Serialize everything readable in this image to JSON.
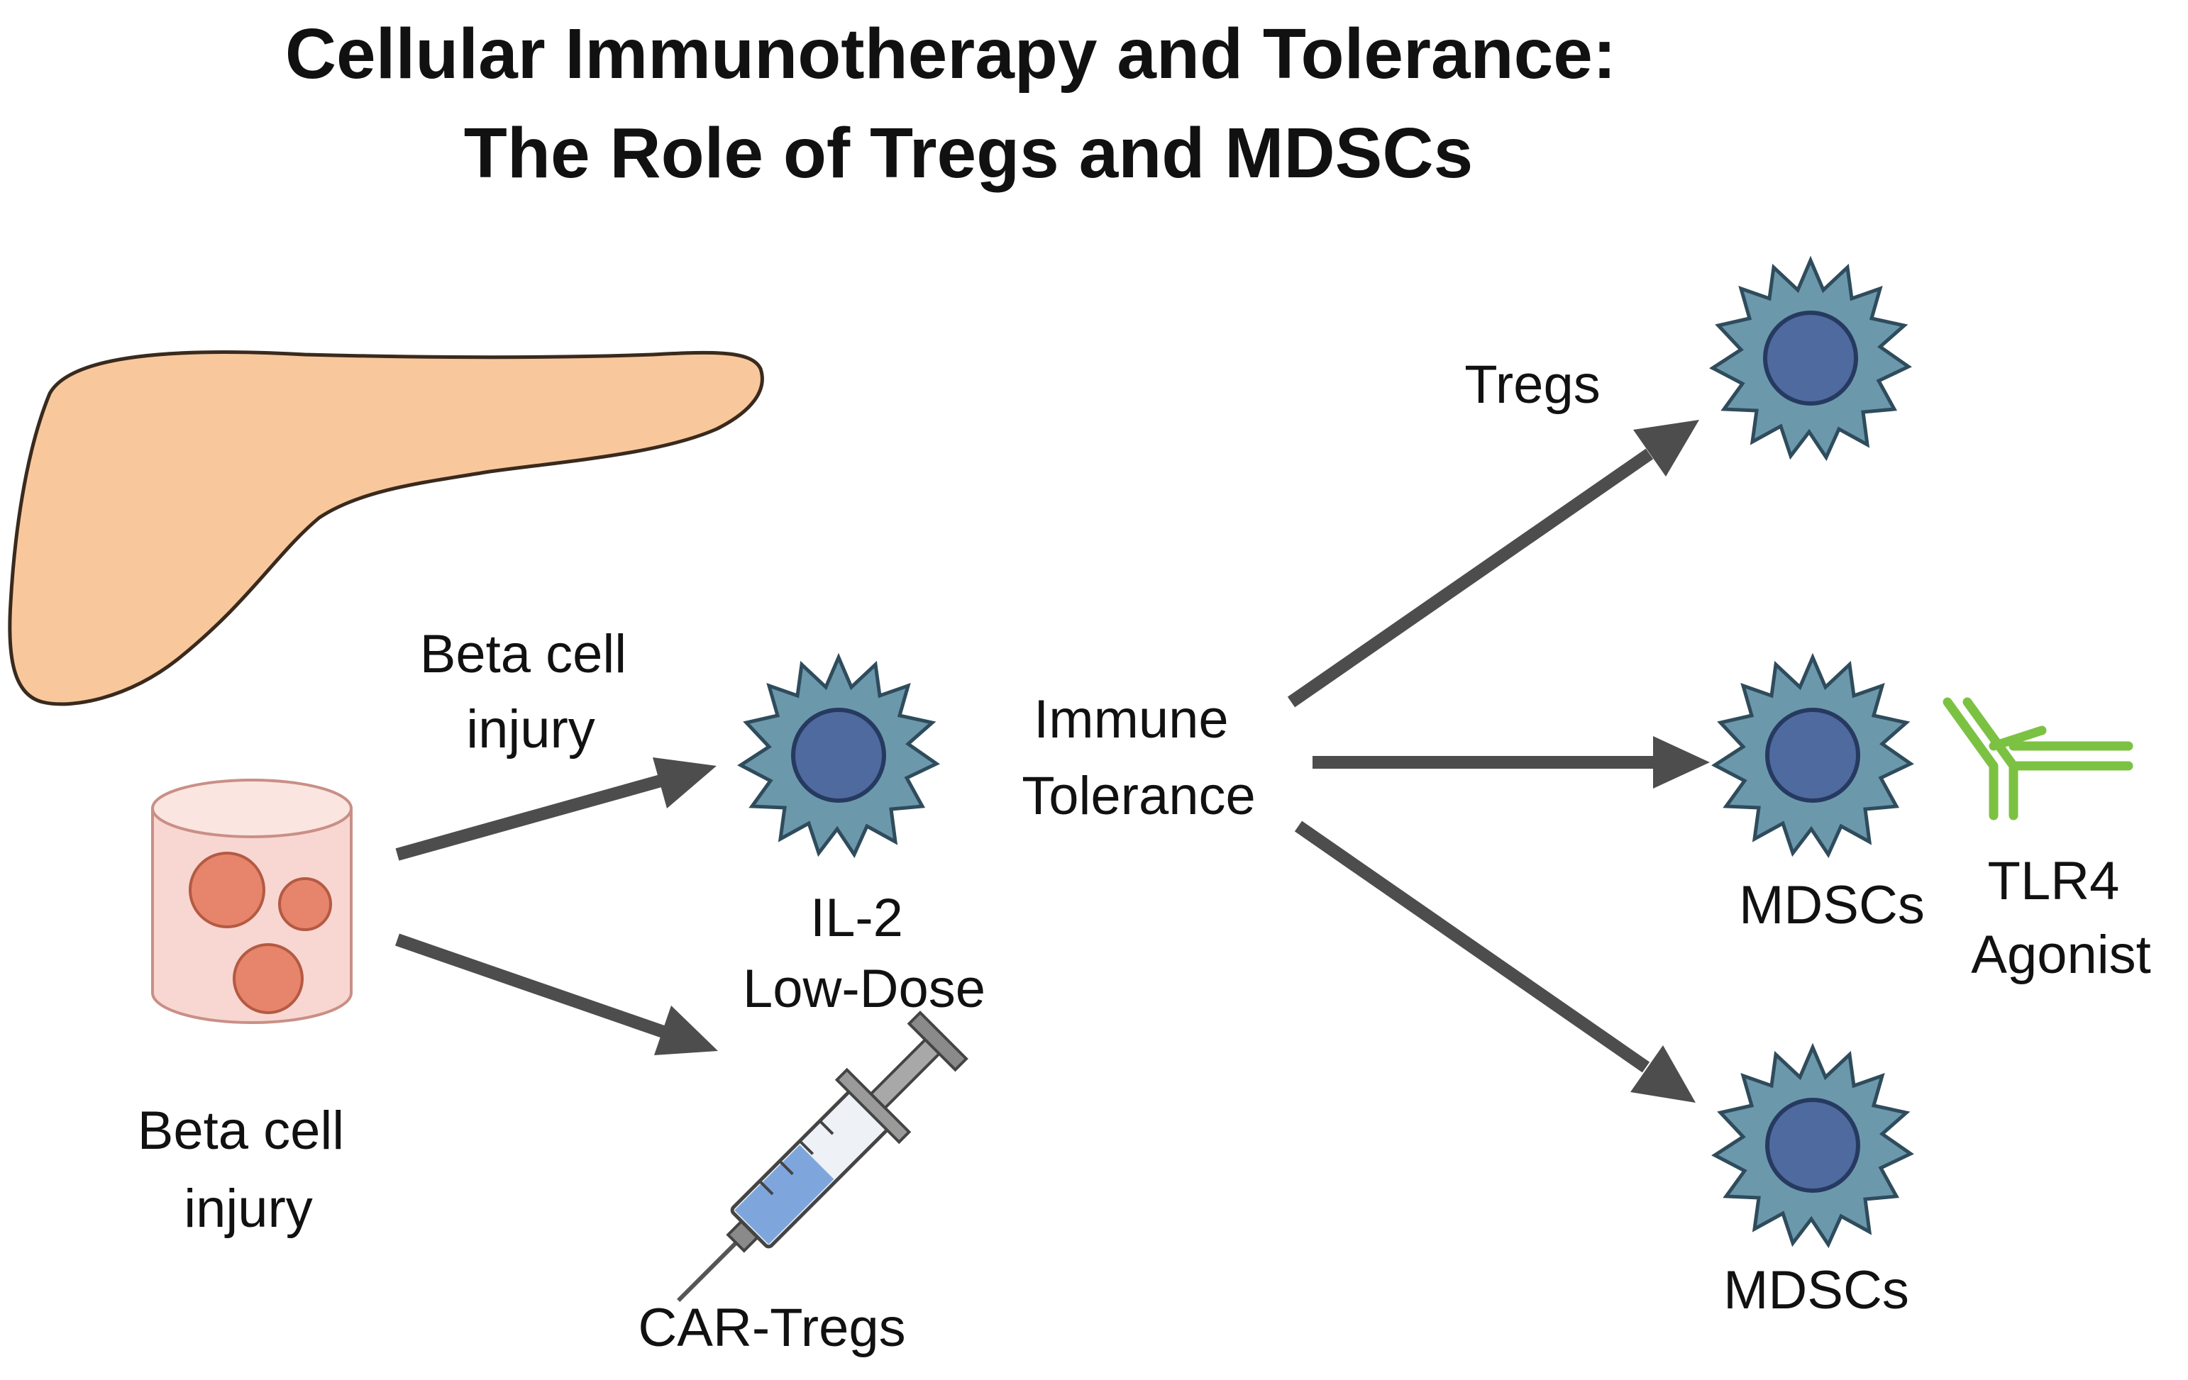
{
  "title": {
    "line1": "Cellular Immunotherapy and Tolerance:",
    "line2": "The Role of Tregs and MDSCs"
  },
  "labels": {
    "beta_cell_injury_arrow": [
      "Beta cell",
      "injury"
    ],
    "beta_cell_injury_islet": [
      "Beta cell",
      "injury"
    ],
    "il2": [
      "IL-2",
      "Low-Dose"
    ],
    "car_tregs": "CAR-Tregs",
    "immune_tolerance": [
      "Immune",
      "Tolerance"
    ],
    "tregs": "Tregs",
    "mdscs_middle": "MDSCs",
    "tlr4": [
      "TLR4",
      "Agonist"
    ],
    "mdscs_bottom": "MDSCs"
  },
  "icons": {
    "organ": "pancreas-icon",
    "islet": "beta-cell-islet-icon",
    "cell": "immune-cell-icon",
    "syringe": "syringe-icon",
    "antibody": "antibody-icon"
  },
  "colors": {
    "pancreas_fill": "#f8c89c",
    "pancreas_stroke": "#3a2a1e",
    "islet_fill": "#f8d7d2",
    "islet_stroke": "#c98f86",
    "islet_cell_fill": "#e6856b",
    "islet_cell_stroke": "#b45a43",
    "immune_cell_fill": "#6c98ac",
    "immune_cell_stroke": "#2f4c5c",
    "nucleus_fill": "#4f6a9e",
    "arrow": "#4d4d4d",
    "syringe_liquid": "#7fa6dc",
    "antibody": "#7cc242",
    "text": "#111111"
  }
}
